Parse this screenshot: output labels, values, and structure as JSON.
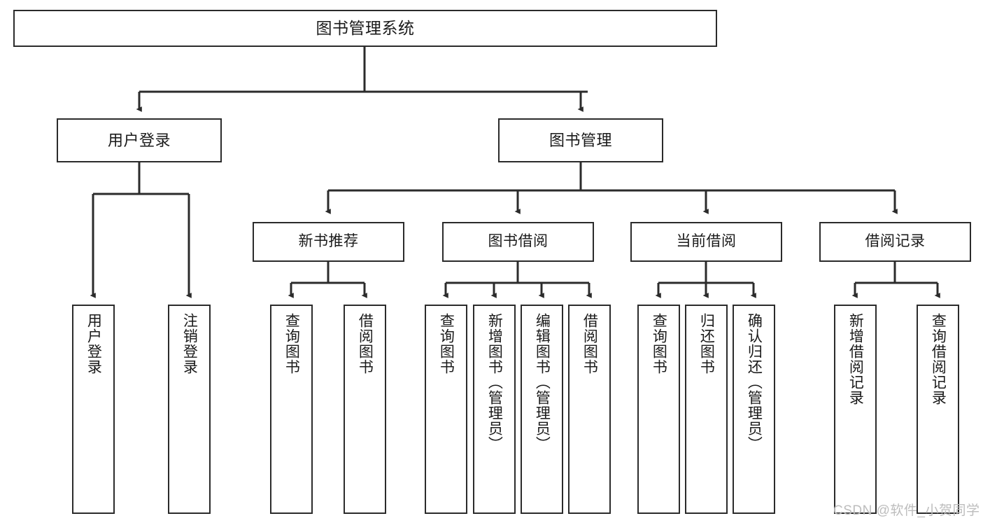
{
  "diagram": {
    "type": "tree-hierarchy-chart",
    "title": "图书管理系统",
    "colors": {
      "box_border": "#2b2b2b",
      "box_fill": "#ffffff",
      "connector": "#2b2b2b",
      "text": "#1a1a1a",
      "watermark": "#bdbdbd",
      "background": "#ffffff"
    },
    "root": {
      "label": "图书管理系统"
    },
    "level2": [
      {
        "label": "用户登录"
      },
      {
        "label": "图书管理"
      }
    ],
    "level3": [
      {
        "label": "新书推荐"
      },
      {
        "label": "图书借阅"
      },
      {
        "label": "当前借阅"
      },
      {
        "label": "借阅记录"
      }
    ],
    "leaves": {
      "user_login": [
        {
          "label": "用户登录"
        },
        {
          "label": "注销登录"
        }
      ],
      "new_book_recommend": [
        {
          "label": "查询图书"
        },
        {
          "label": "借阅图书"
        }
      ],
      "book_borrow": [
        {
          "label": "查询图书"
        },
        {
          "label": "新增图书（管理员）"
        },
        {
          "label": "编辑图书（管理员）"
        },
        {
          "label": "借阅图书"
        }
      ],
      "current_borrow": [
        {
          "label": "查询图书"
        },
        {
          "label": "归还图书"
        },
        {
          "label": "确认归还（管理员）"
        }
      ],
      "borrow_record": [
        {
          "label": "新增借阅记录"
        },
        {
          "label": "查询借阅记录"
        }
      ]
    }
  },
  "watermark": {
    "text": "CSDN @软件_小贺同学"
  }
}
